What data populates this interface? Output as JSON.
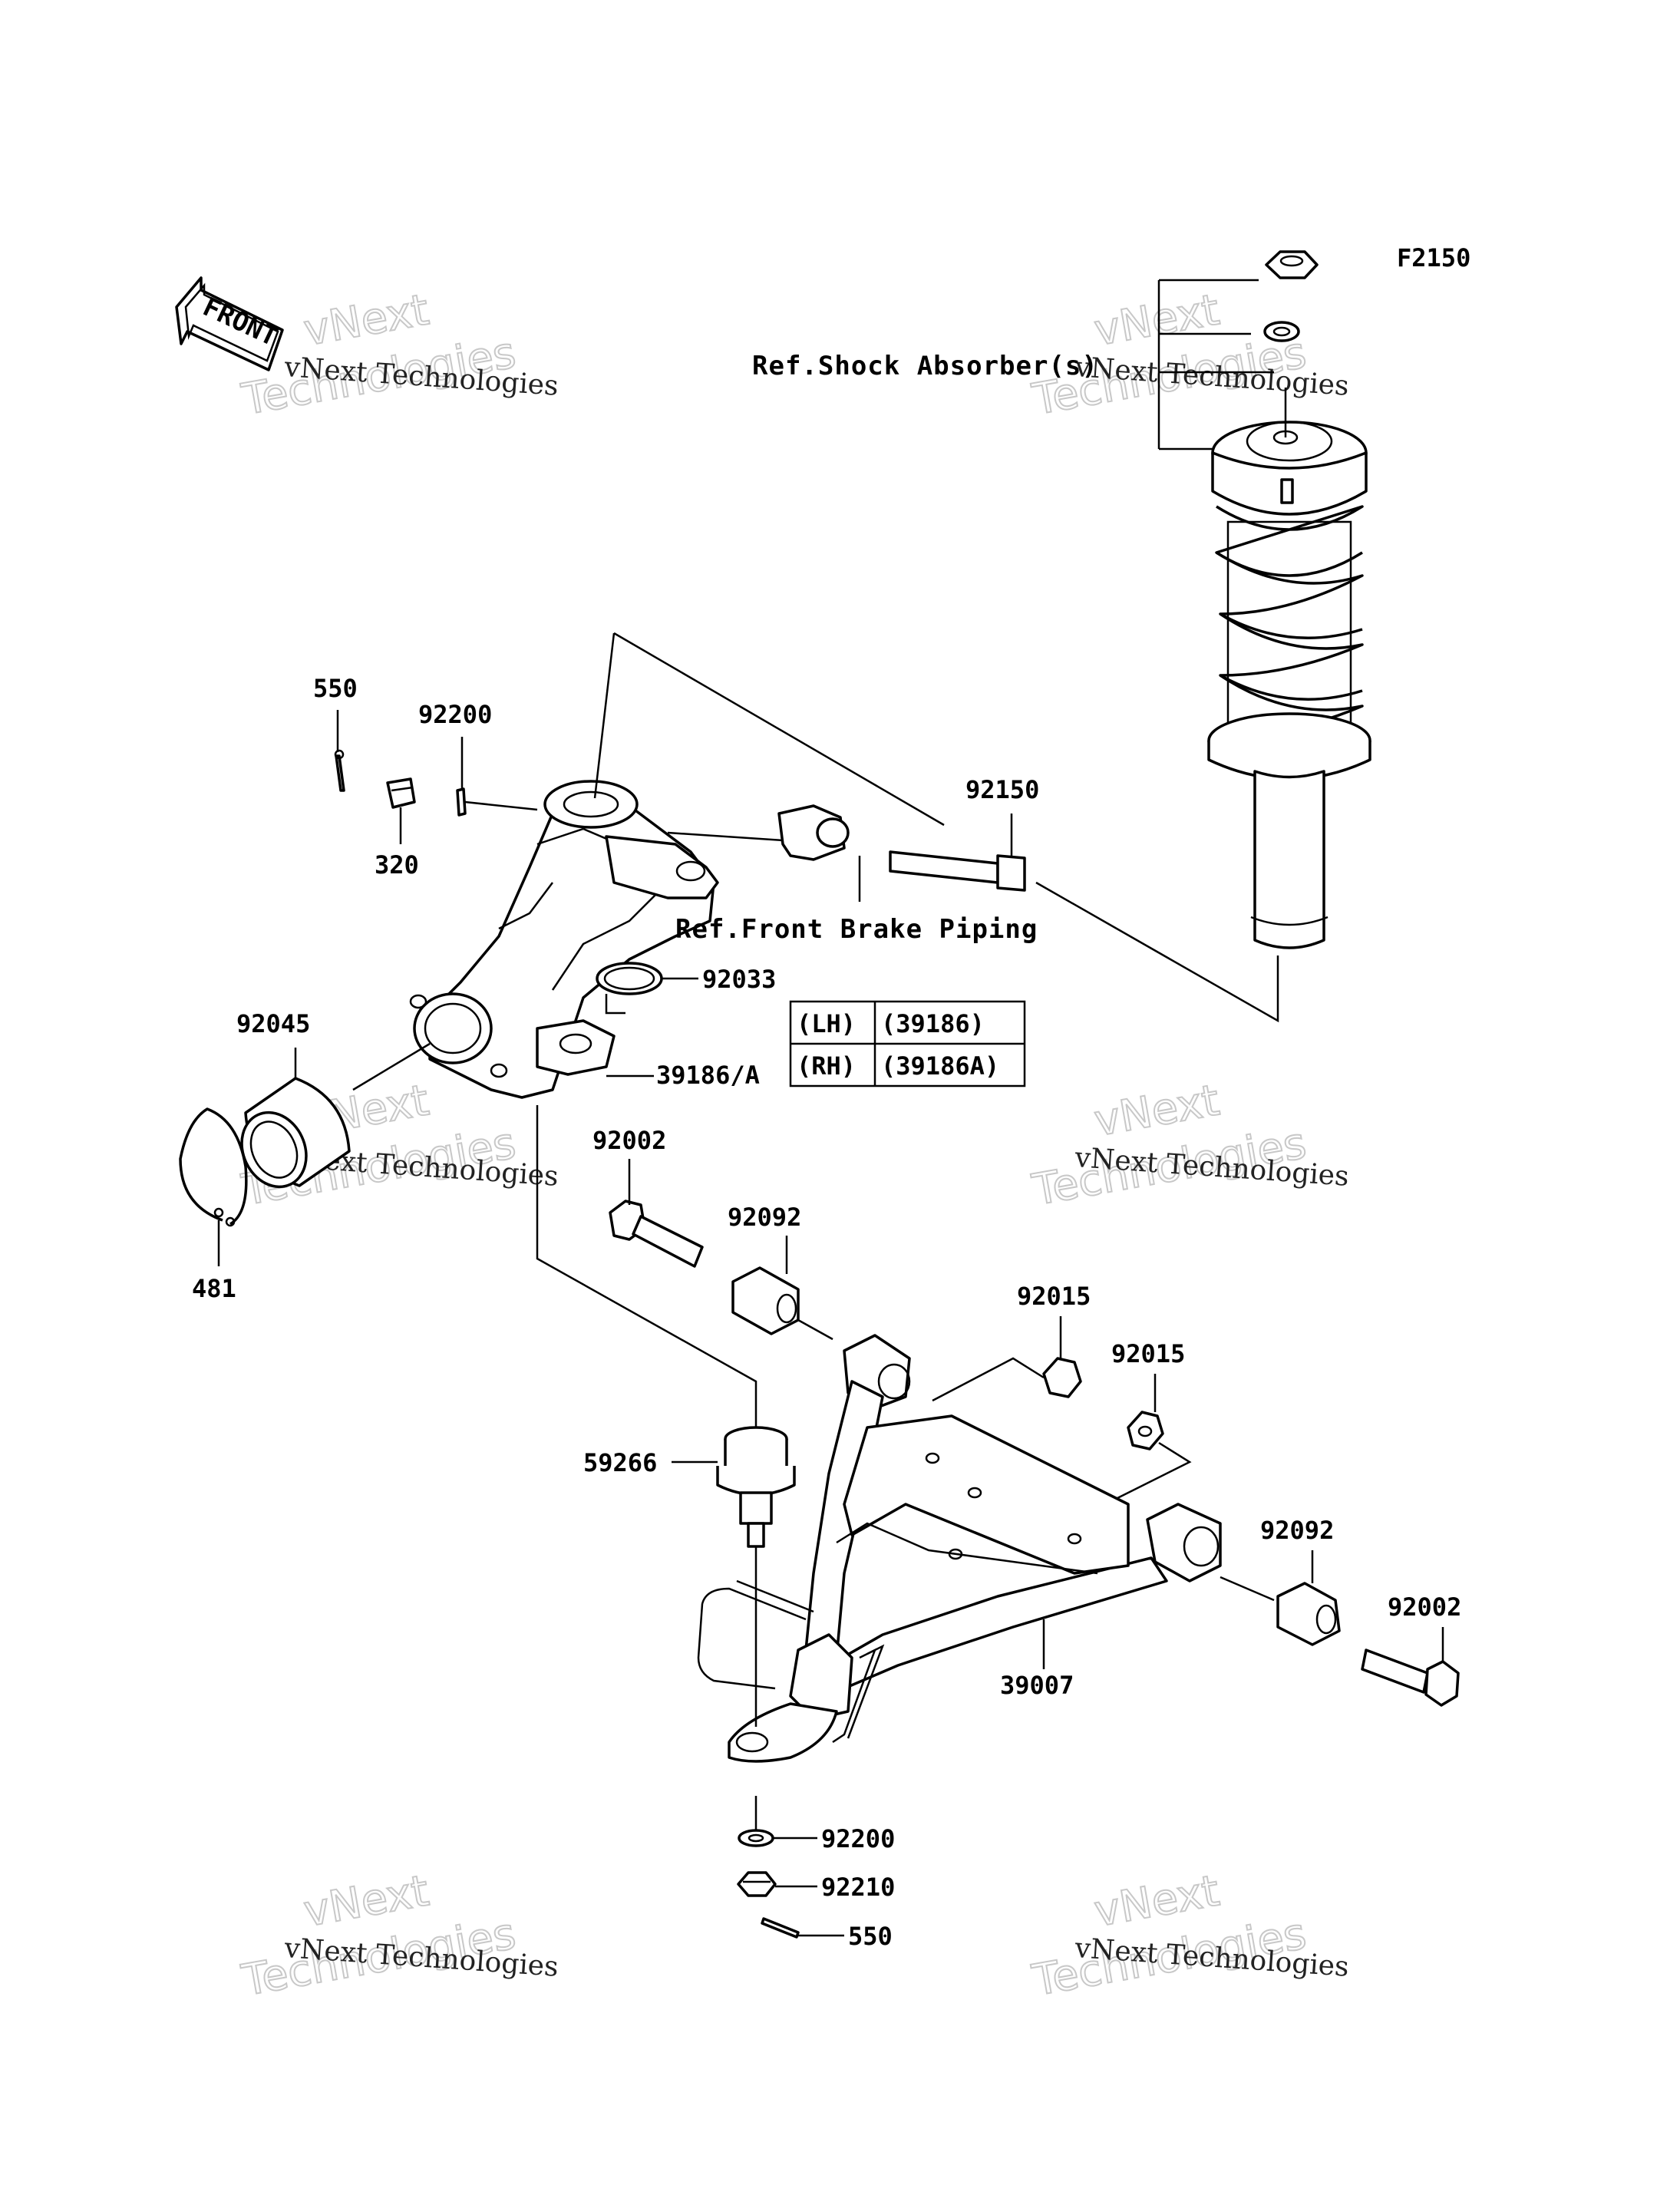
{
  "diagram_code": "F2150",
  "front_arrow_label": "FRONT",
  "references": {
    "shock_absorber": "Ref.Shock Absorber(s)",
    "front_brake_piping": "Ref.Front Brake Piping"
  },
  "part_labels": {
    "p550_top": "550",
    "p92200_top": "92200",
    "p320": "320",
    "p92150": "92150",
    "p92033": "92033",
    "p39186a": "39186/A",
    "p92045": "92045",
    "p481": "481",
    "p92002_left": "92002",
    "p92092_left": "92092",
    "p92015_a": "92015",
    "p92015_b": "92015",
    "p59266": "59266",
    "p92092_right": "92092",
    "p92002_right": "92002",
    "p39007": "39007",
    "p92200_bottom": "92200",
    "p92210": "92210",
    "p550_bottom": "550"
  },
  "side_table": {
    "rows": [
      {
        "side": "(LH)",
        "part": "(39186)"
      },
      {
        "side": "(RH)",
        "part": "(39186A)"
      }
    ]
  },
  "watermark": {
    "brand_line": "vNext Technologies",
    "word1": "vNext",
    "word2": "Technologies"
  }
}
